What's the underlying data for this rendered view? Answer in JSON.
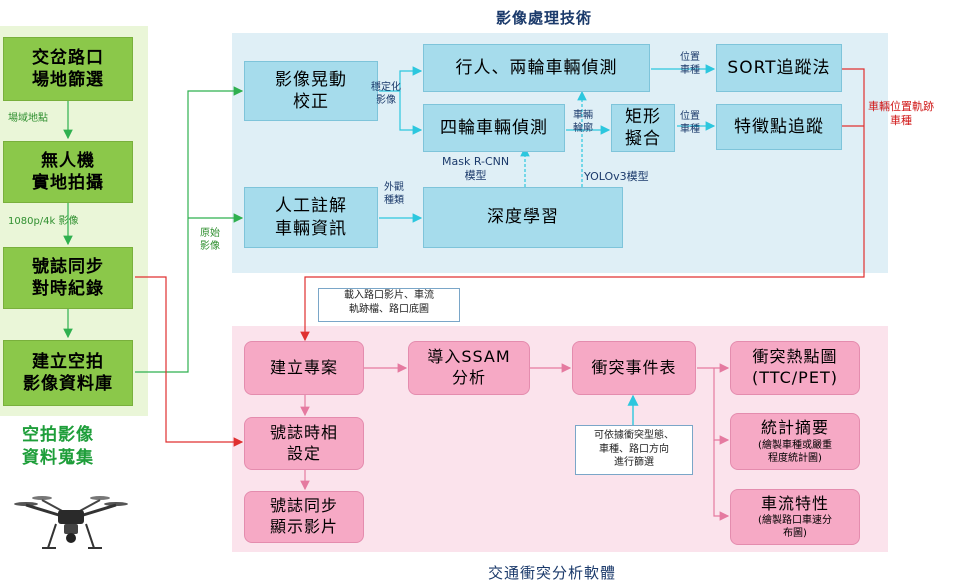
{
  "sections": {
    "image_processing_title": "影像處理技術",
    "conflict_software_title": "交通衝突分析軟體",
    "aerial_collection_title": "空拍影像\n資料蒐集"
  },
  "left_column": {
    "site_selection": "交岔路口\n場地篩選",
    "drone_shooting": "無人機\n實地拍攝",
    "signal_sync": "號誌同步\n對時紀錄",
    "build_database": "建立空拍\n影像資料庫"
  },
  "left_labels": {
    "site_location": "場域地點",
    "video_resolution": "1080p/4k 影像",
    "raw_video": "原始\n影像"
  },
  "processing": {
    "stabilization": "影像晃動\n校正",
    "manual_annotation": "人工註解\n車輛資訊",
    "ped_twowheel_detect": "行人、兩輪車輛偵測",
    "fourwheel_detect": "四輪車輛偵測",
    "rect_fit": "矩形\n擬合",
    "deep_learning": "深度學習",
    "sort_tracking": "SORT追蹤法",
    "feature_tracking": "特徵點追蹤"
  },
  "processing_labels": {
    "stabilized_video": "穩定化\n影像",
    "appearance_type": "外觀\n種類",
    "vehicle_contour": "車輛\n輪廓",
    "position_type_1": "位置\n車種",
    "position_type_2": "位置\n車種",
    "mask_rcnn": "Mask R-CNN\n模型",
    "yolov3": "YOLOv3模型",
    "trajectory_output": "車輛位置軌跡\n車種"
  },
  "software": {
    "create_project": "建立專案",
    "import_ssam": "導入SSAM\n分析",
    "conflict_table": "衝突事件表",
    "signal_phase": "號誌時相\n設定",
    "signal_video": "號誌同步\n顯示影片",
    "hotspot_map": "衝突熱點圖\n(TTC/PET)",
    "stats_summary": "統計摘要",
    "stats_summary_sub": "(繪製車種或嚴重\n程度統計圖)",
    "flow_char": "車流特性",
    "flow_char_sub": "(繪製路口車速分\n布圖)"
  },
  "notes": {
    "load_inputs": "載入路口影片、車流\n軌跡檔、路口底圖",
    "filter_hint": "可依據衝突型態、\n車種、路口方向\n進行篩選"
  },
  "colors": {
    "green_box": "#8bc84a",
    "cyan_box": "#a6dcec",
    "pink_box": "#f6a9c5",
    "green_arrow": "#2fb04f",
    "red_arrow": "#e03030",
    "cyan_arrow": "#2cc7de"
  },
  "icons": {
    "drone": "drone-icon"
  }
}
